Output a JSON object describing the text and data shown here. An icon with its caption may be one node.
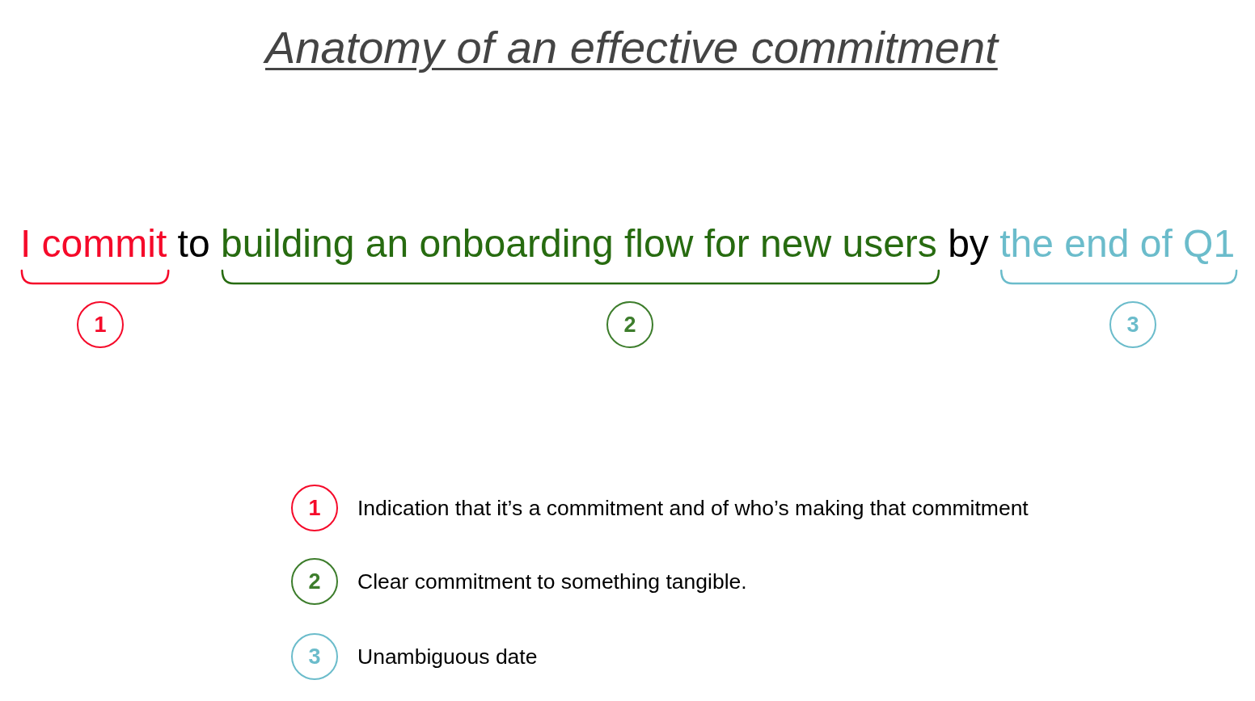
{
  "diagram": {
    "title": "Anatomy of an effective commitment",
    "nodes": [
      {
        "text": [
          "1"
        ]
      },
      {
        "text": [
          "2"
        ]
      },
      {
        "text": [
          "3"
        ]
      },
      {
        "text": [
          "1"
        ],
        "beside": [
          "Indication that it’s a commitment and of who’s making that commitment"
        ]
      },
      {
        "text": [
          "2"
        ],
        "beside": [
          "Clear commitment to something tangible."
        ]
      },
      {
        "text": [
          "3"
        ],
        "beside": [
          "Unambiguous date"
        ]
      }
    ],
    "labels": [
      "I commit",
      "to",
      "building an onboarding flow for new users",
      "by",
      "the end of Q1"
    ]
  }
}
